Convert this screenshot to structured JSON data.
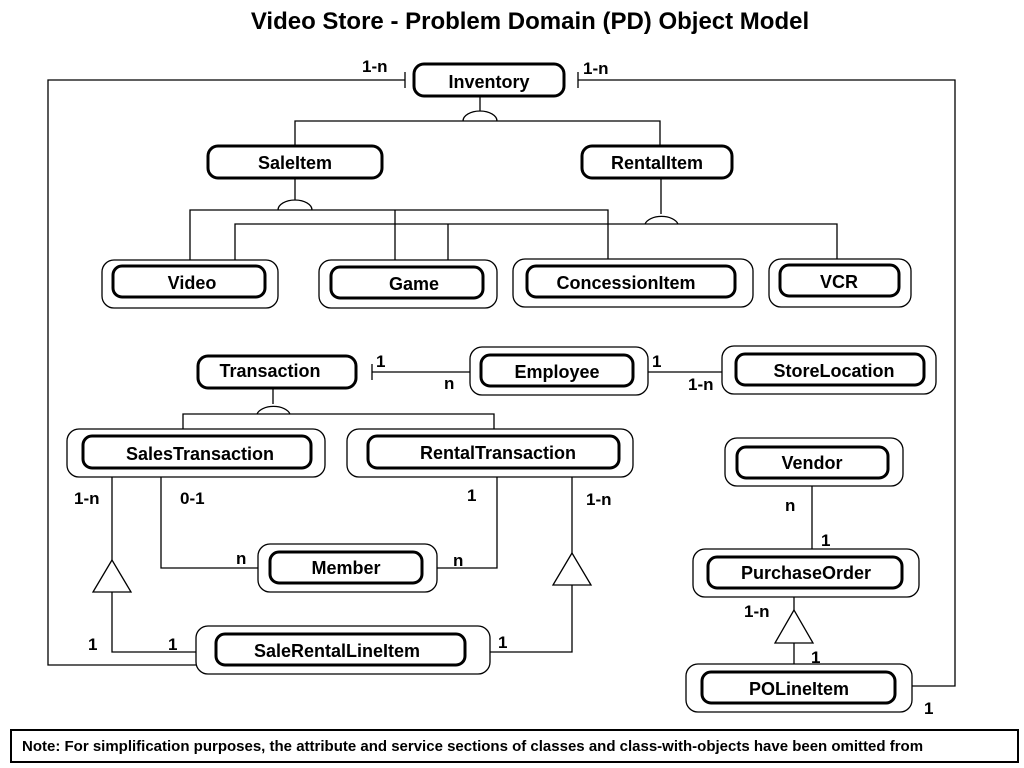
{
  "title": "Video Store - Problem Domain (PD) Object Model",
  "classes": {
    "inventory": "Inventory",
    "saleitem": "SaleItem",
    "rentalitem": "RentalItem",
    "video": "Video",
    "game": "Game",
    "concession": "ConcessionItem",
    "vcr": "VCR",
    "transaction": "Transaction",
    "employee": "Employee",
    "storelocation": "StoreLocation",
    "salestransaction": "SalesTransaction",
    "rentaltransaction": "RentalTransaction",
    "vendor": "Vendor",
    "member": "Member",
    "purchaseorder": "PurchaseOrder",
    "salerentallineitem": "SaleRentalLineItem",
    "polineitem": "POLineItem"
  },
  "multiplicities": {
    "inv_left": "1-n",
    "inv_right": "1-n",
    "trans_emp_1": "1",
    "trans_emp_n": "n",
    "emp_store_1": "1",
    "emp_store_1n": "1-n",
    "sales_line_1n": "1-n",
    "sales_member_01": "0-1",
    "rental_member_1": "1",
    "rental_line_1n": "1-n",
    "vendor_po_n": "n",
    "vendor_po_1": "1",
    "member_sales_n": "n",
    "member_rental_n": "n",
    "po_line_1n": "1-n",
    "poline_po_1": "1",
    "srli_left_1": "1",
    "srli_left_1b": "1",
    "srli_right_1": "1",
    "poline_inv_1": "1"
  },
  "note": "Note: For simplification purposes, the attribute and service sections of classes and class-with-objects have been omitted from"
}
